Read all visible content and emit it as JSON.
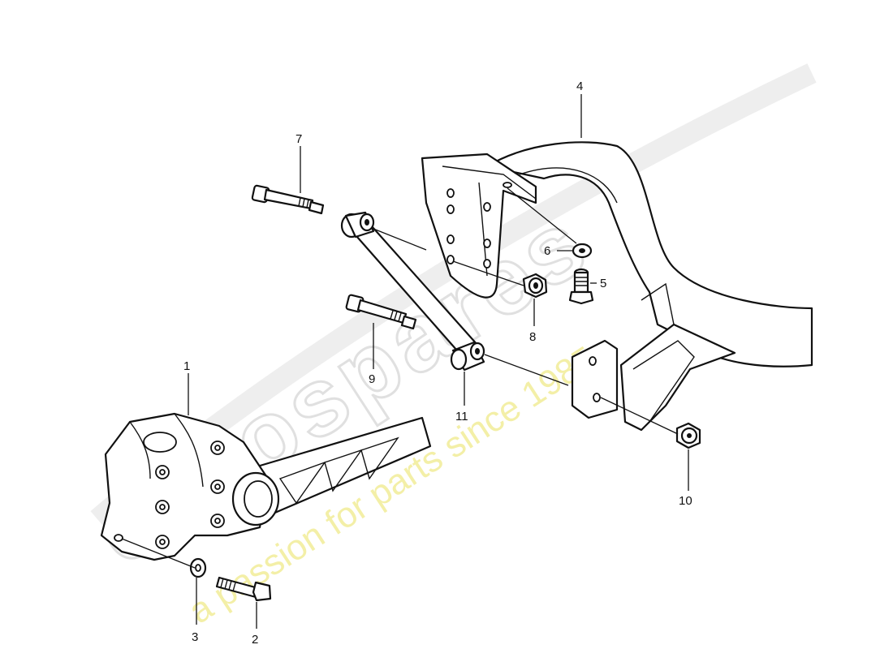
{
  "diagram": {
    "callouts": [
      {
        "id": "1",
        "label": "1"
      },
      {
        "id": "2",
        "label": "2"
      },
      {
        "id": "3",
        "label": "3"
      },
      {
        "id": "4",
        "label": "4"
      },
      {
        "id": "5",
        "label": "5"
      },
      {
        "id": "6",
        "label": "6"
      },
      {
        "id": "7",
        "label": "7"
      },
      {
        "id": "8",
        "label": "8"
      },
      {
        "id": "9",
        "label": "9"
      },
      {
        "id": "10",
        "label": "10"
      },
      {
        "id": "11",
        "label": "11"
      }
    ]
  },
  "watermark": {
    "logo_text": "eurospares",
    "tagline": "a passion for parts since 1985",
    "logo_color": "#d4d4d4",
    "tagline_color": "#f0ea8a"
  }
}
